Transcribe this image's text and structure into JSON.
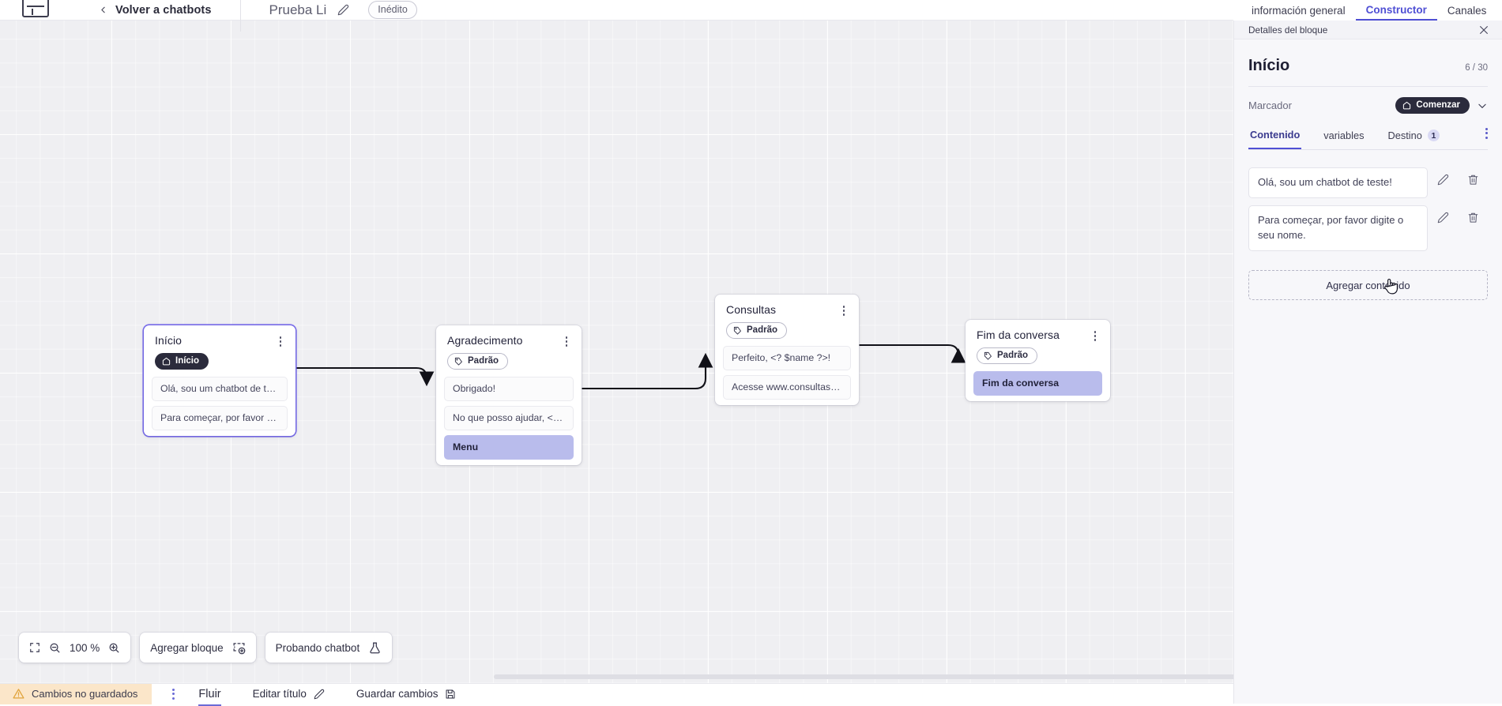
{
  "topbar": {
    "logo_icon": "app-logo-icon",
    "back_chevron_icon": "chevron-left-icon",
    "back_label": "Volver a chatbots",
    "doc_title": "Prueba Li",
    "edit_title_icon": "pencil-icon",
    "status_pill": "Inédito"
  },
  "canvas": {
    "zoom_level": "100 %",
    "fit_icon": "fit-screen-icon",
    "zoom_out_icon": "zoom-out-icon",
    "zoom_in_icon": "zoom-in-icon",
    "add_block_label": "Agregar bloque",
    "add_block_icon": "add-block-icon",
    "test_chatbot_label": "Probando chatbot",
    "test_chatbot_icon": "flask-icon",
    "nodes": [
      {
        "title": "Início",
        "tag": "Início",
        "tag_type": "start",
        "tag_icon": "home-icon",
        "messages": [
          {
            "text": "Olá, sou um chatbot de teste!",
            "accent": false
          },
          {
            "text": "Para começar, por favor digite o ...",
            "accent": false
          }
        ]
      },
      {
        "title": "Agradecimento",
        "tag": "Padrão",
        "tag_type": "default",
        "tag_icon": "tag-icon",
        "messages": [
          {
            "text": "Obrigado!",
            "accent": false
          },
          {
            "text": "No que posso ajudar, <? $name ...",
            "accent": false
          },
          {
            "text": "Menu",
            "accent": true
          }
        ]
      },
      {
        "title": "Consultas",
        "tag": "Padrão",
        "tag_type": "default",
        "tag_icon": "tag-icon",
        "messages": [
          {
            "text": "Perfeito, <? $name ?>!",
            "accent": false
          },
          {
            "text": "Acesse www.consultas.com par...",
            "accent": false
          }
        ]
      },
      {
        "title": "Fim da conversa",
        "tag": "Padrão",
        "tag_type": "default",
        "tag_icon": "tag-icon",
        "messages": [
          {
            "text": "Fim da conversa",
            "accent": true
          }
        ]
      }
    ]
  },
  "statusbar": {
    "warning_icon": "warning-triangle-icon",
    "unsaved_label": "Cambios no guardados",
    "kebab_icon": "kebab-menu-icon",
    "flow_tab": "Fluir",
    "edit_title_label": "Editar título",
    "edit_title_icon": "pencil-icon",
    "save_label": "Guardar cambios",
    "save_icon": "save-disk-icon"
  },
  "right_panel": {
    "tabs": [
      {
        "label": "información general",
        "active": false
      },
      {
        "label": "Constructor",
        "active": true
      },
      {
        "label": "Canales",
        "active": false
      }
    ],
    "header_title": "Detalles del bloque",
    "close_icon": "close-icon",
    "block_title": "Início",
    "char_count": "6 / 30",
    "marker_label": "Marcador",
    "marker_value": "Comenzar",
    "marker_icon": "home-icon",
    "marker_chevron_icon": "chevron-down-icon",
    "subtabs": [
      {
        "label": "Contenido",
        "active": true,
        "badge": ""
      },
      {
        "label": "variables",
        "active": false,
        "badge": ""
      },
      {
        "label": "Destino",
        "active": false,
        "badge": "1"
      }
    ],
    "subtabs_more_icon": "kebab-menu-icon",
    "content_items": [
      {
        "text": "Olá, sou um chatbot de teste!",
        "edit_icon": "pencil-icon",
        "delete_icon": "trash-icon"
      },
      {
        "text": "Para começar, por favor digite o seu nome.",
        "edit_icon": "pencil-icon",
        "delete_icon": "trash-icon"
      }
    ],
    "add_content_label": "Agregar contenido"
  },
  "colors": {
    "accent": "#4f4fd4",
    "node_accent_msg": "#b9bcec",
    "warning_bg": "#fbe6c9",
    "canvas_bg": "#efeff2"
  }
}
